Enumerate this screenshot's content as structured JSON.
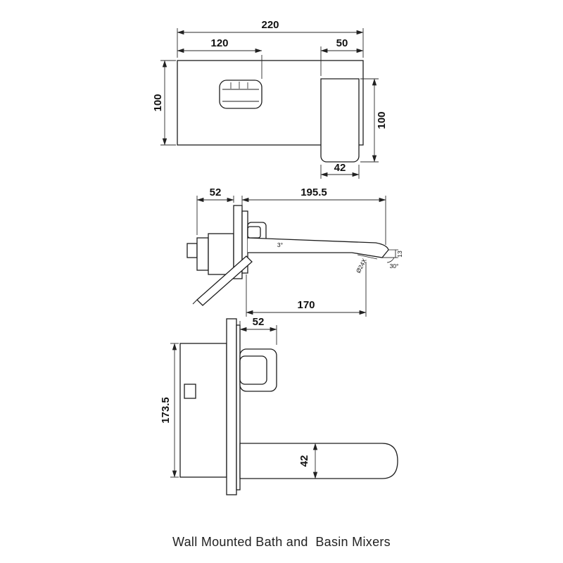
{
  "caption": "Wall Mounted Bath and  Basin Mixers",
  "front_view": {
    "overall_width": "220",
    "spout_position": "120",
    "mixer_width": "50",
    "plate_height": "100",
    "mixer_height": "100",
    "mixer_bottom_width": "42"
  },
  "basin_view": {
    "wall_depth": "52",
    "spout_reach": "195.5",
    "spout_length": "170",
    "spout_slope": "3°",
    "tip_height": "13",
    "outlet_thread": "Ø24X",
    "tip_angle": "30°"
  },
  "bath_view": {
    "wall_depth": "52",
    "body_height": "173.5",
    "spout_height": "42"
  }
}
